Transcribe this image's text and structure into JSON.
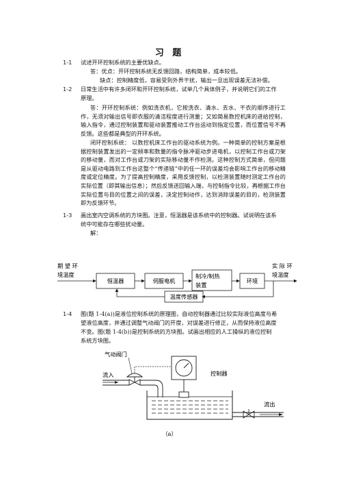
{
  "title": "习 题",
  "q1": {
    "num": "1-1",
    "question": "试述开环控制系统的主要优缺点。",
    "answer1": "答：优点：开环控制系统无反馈回路，结构简单，成本较低。",
    "answer2": "缺点：控制精度低，容易受到外界干扰，输出一旦出现误差无法补偿。"
  },
  "q2": {
    "num": "1-2",
    "question_l1": "日常生活中有许多闭环和开环控制系统，试举几个具体例子，并说明它们的工作",
    "question_l2": "原理。",
    "answer_a": "答：开环控制系统：例如洗衣机，它按洗衣、清水、去水、干衣的顺序进行工作，无须对输出信号即衣服的清洁程度进行测量；又如简易数控机床的进给控制，输入指令，通过控制装置和驱动装置推动工作台运动到指定位置，而位置信号不再反馈。这些都是典型的开环系统。",
    "answer_b": "闭环控制系统：  以数控机床工作台的驱动系统为例。一种简单的控制方案是根据控制装置发出的一定频率和数量的指令脉冲驱动步进电机，以控制工作台或刀架的移动量，而对工作台或刀架的实际移动量不作检测。这种控制方式简单，但问题是从驱动电路到工作台这整个“传递链”中的任一环的误差均会影响工作台的移动精度或定位精度。为了提高控制精度，采用反馈控制，以检测装置随时测定工作台的实际位置（即其输出信息）；然后反馈送回输入端，与控制指令比较，再根据工作台实际位置与目的位置之间的误差，决定控制动作，达到消除误差的目的，检测装置即为反馈环节。"
  },
  "q3": {
    "num": "1-3",
    "question_l1": "画出室内空调系统的方块图。注意，恒温器是该系统中的控制器。试说明在该系",
    "question_l2": "统中可能存在哪些扰动量。",
    "solve": "解：",
    "diagram": {
      "input_label_l1": "期 望 环",
      "input_label_l2": "境温度",
      "output_label_l1": "实 际 环",
      "output_label_l2": "境温度",
      "block_thermostat": "恒温器",
      "block_servo": "伺服电机",
      "block_cooling_l1": "制冷/制热",
      "block_cooling_l2": "装置",
      "block_env": "环境",
      "block_sensor": "温度传感器"
    }
  },
  "q4": {
    "num": "1-4",
    "question_l1": "图(题 1-4(a))是液位控制系统的原理图，自动控制器通过比较实际液位高度与希",
    "question_l2": "望液位高度，并通过调整气动阀门的开度，对误差进行修正，从而保持液位高度",
    "question_l3": "不变。图(题 1-4(b))是控制系统的方块图。试画出相应的人工操纵的液位控制",
    "question_l4": "系统方块图。",
    "figure": {
      "valve_label": "气动阀门",
      "controller_label": "控制器",
      "inflow_label": "流入",
      "outflow_label": "流出",
      "caption": "（a）"
    }
  }
}
